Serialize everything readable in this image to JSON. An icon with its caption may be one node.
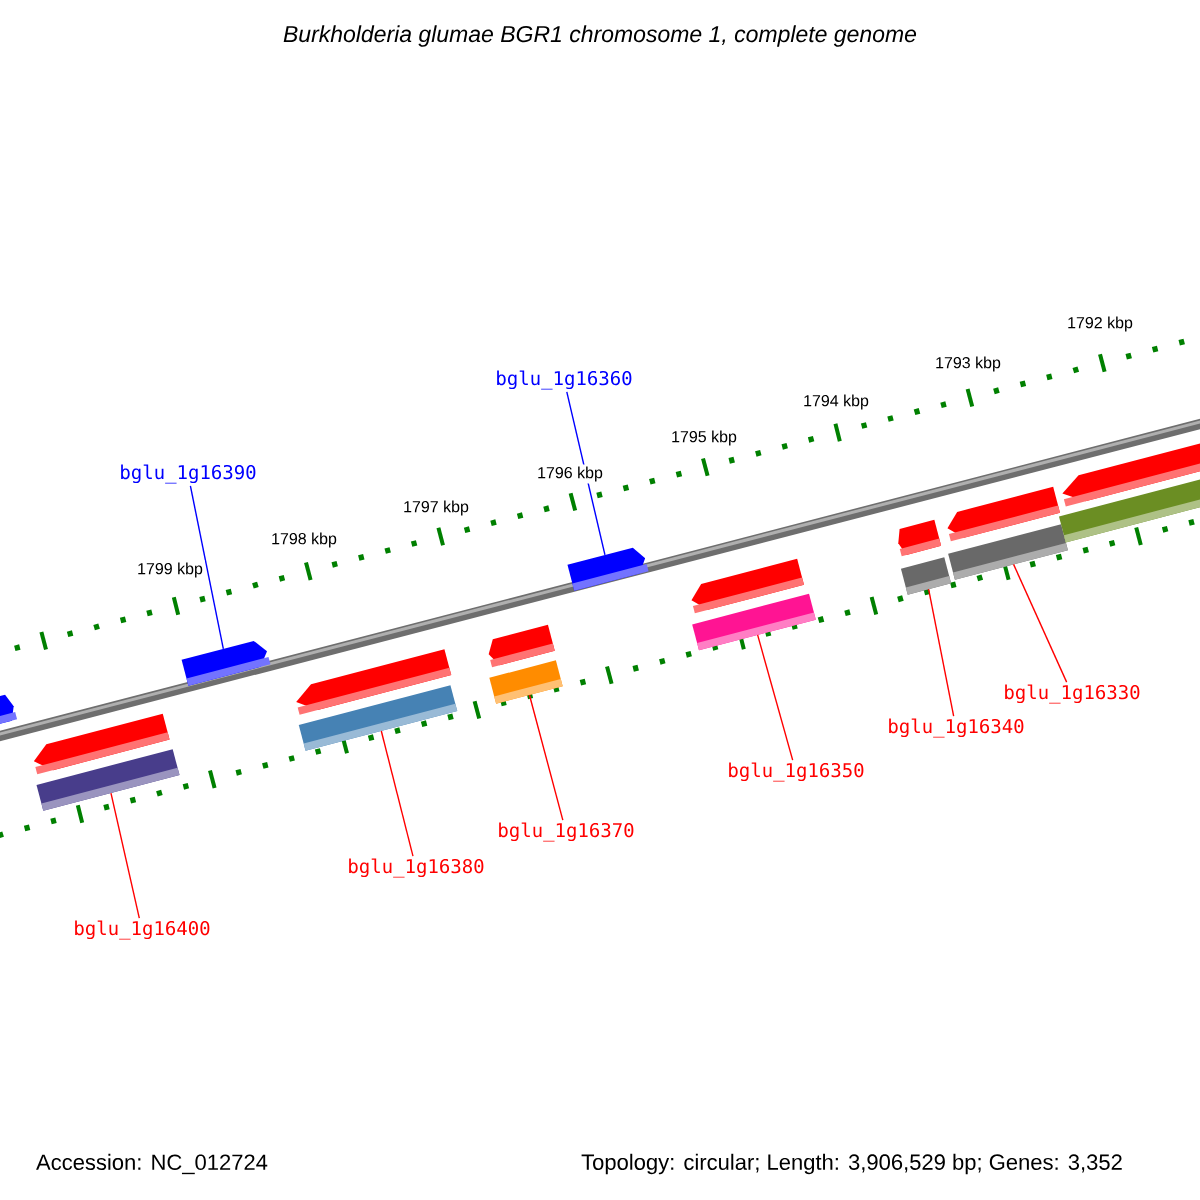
{
  "diagram": {
    "title": "Burkholderia glumae BGR1 chromosome 1, complete genome",
    "nodes": [
      {
        "text": [
          "bglu_1g16360"
        ]
      },
      {
        "text": [
          "bglu_1g16390"
        ]
      },
      {
        "text": [],
        "shape": "arrow"
      },
      {
        "text": [],
        "shape": "arrow"
      },
      {
        "text": [],
        "shape": "arrow"
      },
      {
        "text": [],
        "shape": "arrow"
      },
      {
        "text": [],
        "shape": "arrow"
      },
      {
        "text": [],
        "shape": "arrow"
      },
      {
        "text": [],
        "shape": "arrow"
      },
      {
        "text": [],
        "shape": "arrow"
      },
      {
        "text": [],
        "shape": "arrow"
      },
      {
        "text": [],
        "shape": "arrow"
      },
      {
        "text": [],
        "shape": "bar"
      },
      {
        "text": [],
        "shape": "bar"
      },
      {
        "text": [],
        "shape": "bar"
      },
      {
        "text": [],
        "shape": "bar"
      },
      {
        "text": [],
        "shape": "bar"
      },
      {
        "text": [],
        "shape": "bar"
      },
      {
        "text": [],
        "shape": "bar"
      },
      {
        "text": [
          "bglu_1g16400"
        ]
      },
      {
        "text": [
          "bglu_1g16380"
        ]
      },
      {
        "text": [
          "bglu_1g16370"
        ]
      },
      {
        "text": [
          "bglu_1g16350"
        ]
      },
      {
        "text": [
          "bglu_1g16340"
        ]
      },
      {
        "text": [
          "bglu_1g16330"
        ]
      }
    ],
    "edges": [
      {
        "from": 1,
        "to": 3,
        "arrow": "none",
        "color": "#0000ff"
      },
      {
        "from": 0,
        "to": 4,
        "arrow": "none",
        "color": "#0000ff"
      },
      {
        "from": 19,
        "to": 12,
        "arrow": "none"
      },
      {
        "from": 20,
        "to": 13,
        "arrow": "none"
      },
      {
        "from": 21,
        "to": 14,
        "arrow": "none"
      },
      {
        "from": 22,
        "to": 15,
        "arrow": "none"
      },
      {
        "from": 23,
        "to": 16,
        "arrow": "none"
      },
      {
        "from": 24,
        "to": 17,
        "arrow": "none"
      }
    ],
    "labels": [
      "1792 kbp",
      "1793 kbp",
      "1794 kbp",
      "1795 kbp",
      "1796 kbp",
      "1797 kbp",
      "1798 kbp",
      "1799 kbp",
      "Accession: NC_012724",
      "Topology: circular; Length: 3,906,529 bp; Genes: 3,352"
    ]
  }
}
